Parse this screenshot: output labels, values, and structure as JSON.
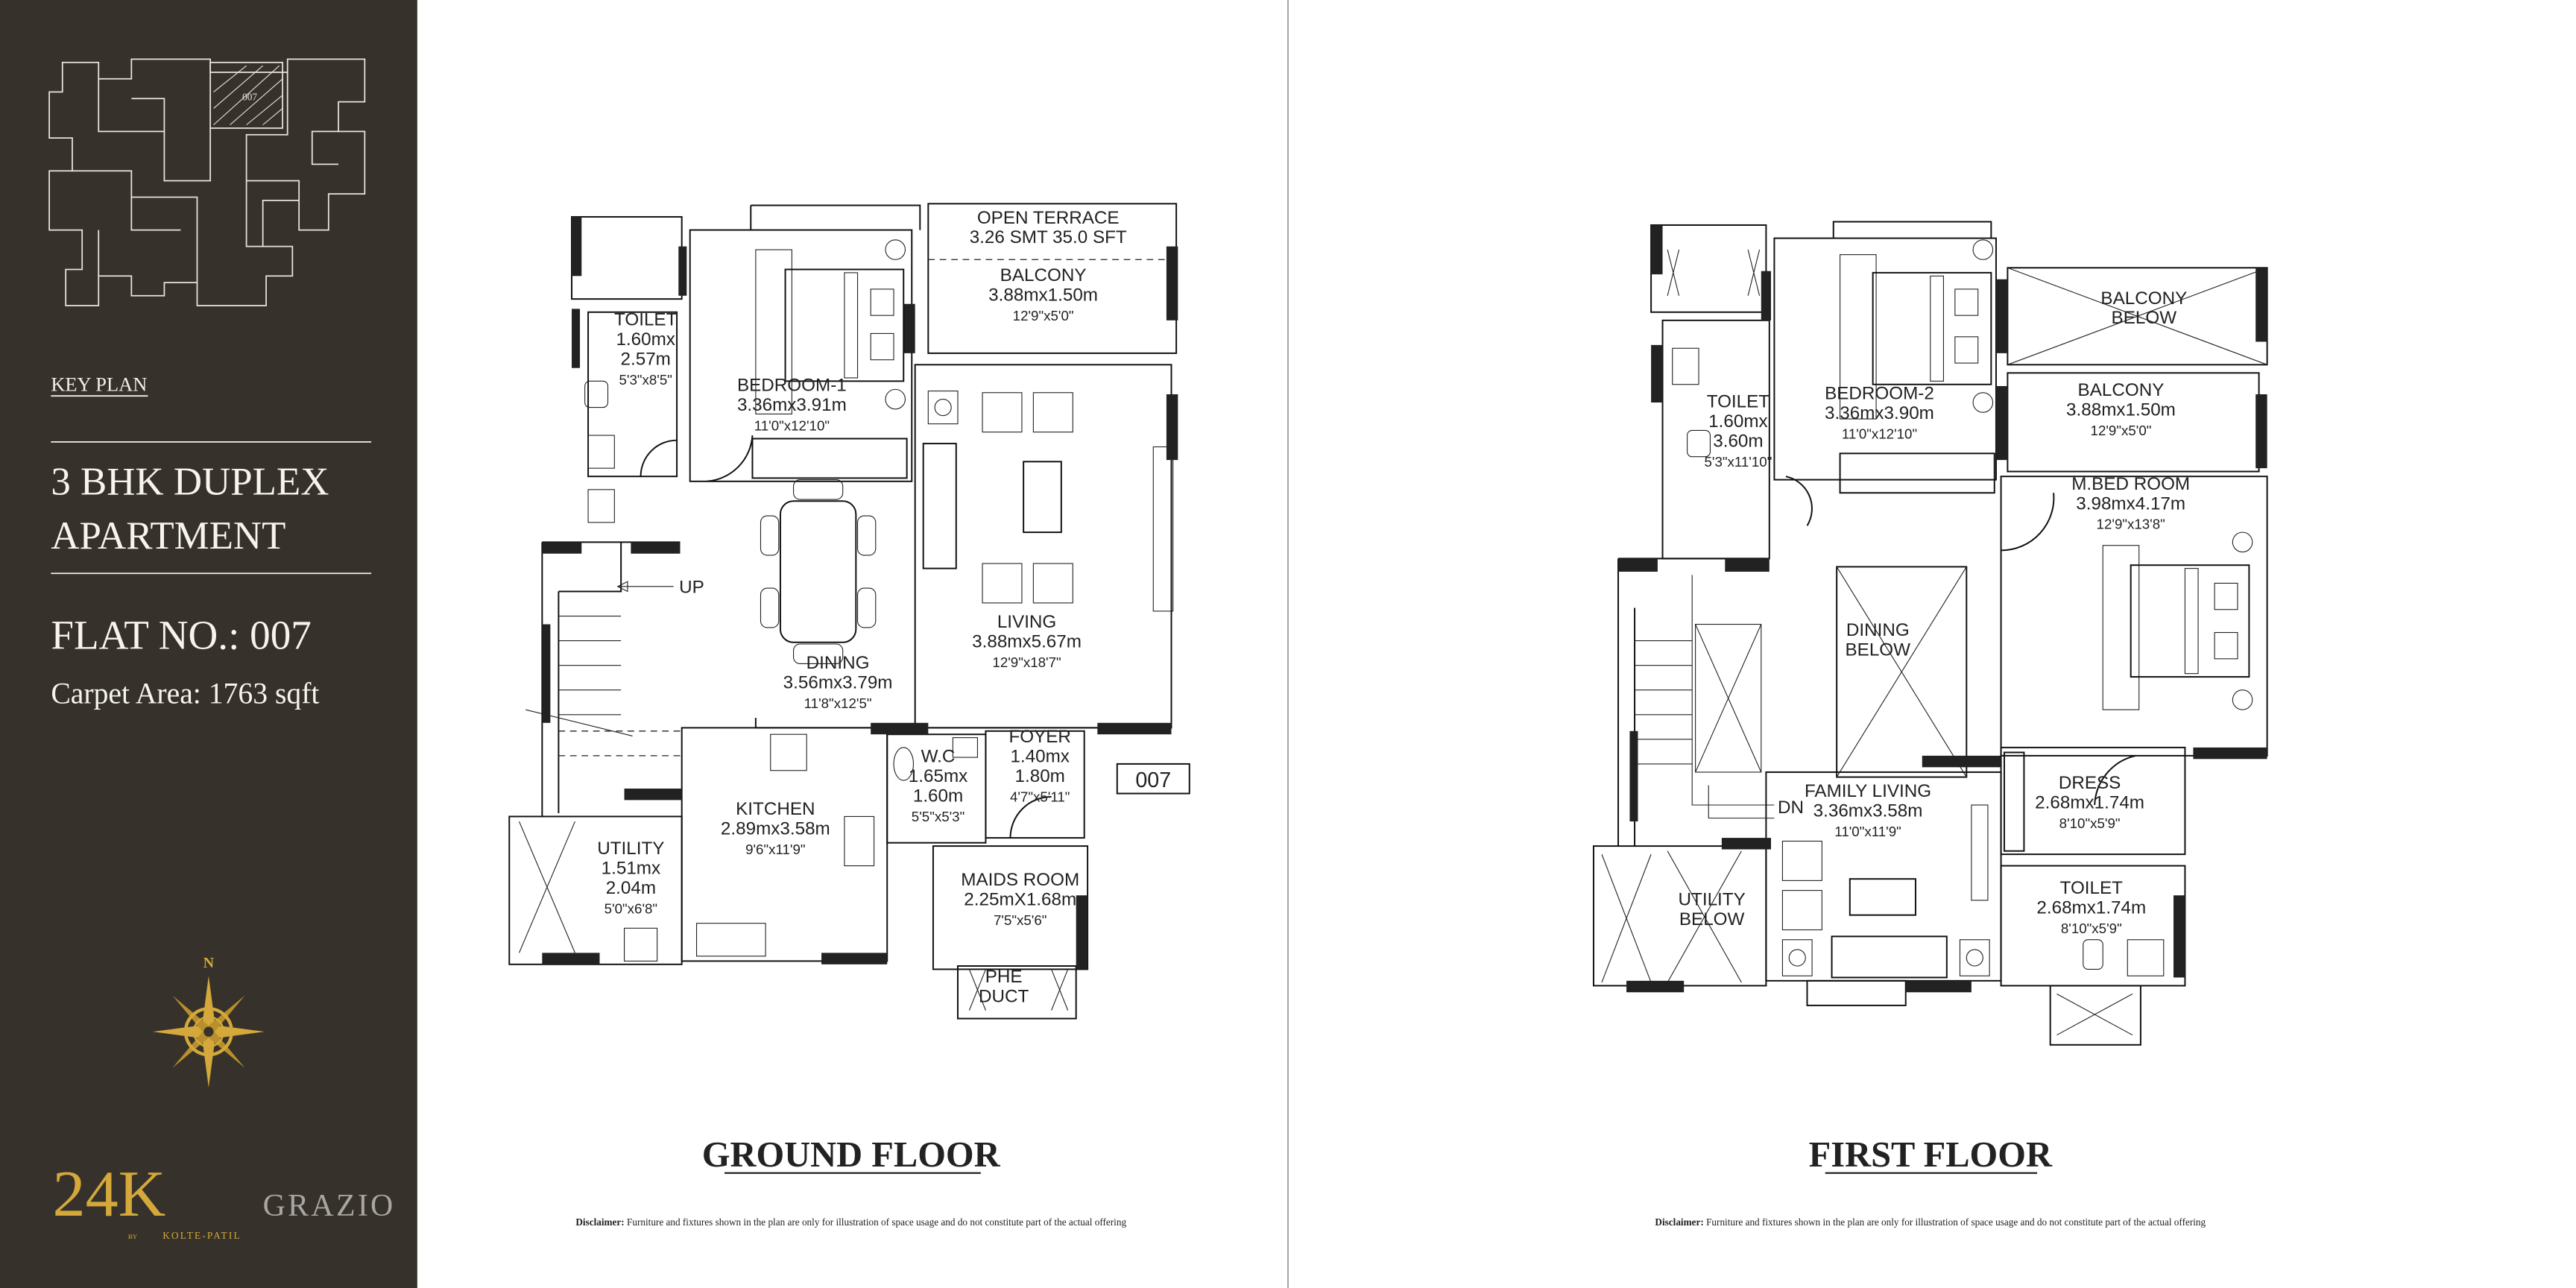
{
  "sidebar": {
    "key_plan_label": "KEY PLAN",
    "key_plan_flat": "007",
    "apartment_type_line1": "3 BHK DUPLEX",
    "apartment_type_line2": "APARTMENT",
    "flat_no": "FLAT NO.: 007",
    "carpet_area": "Carpet Area: 1763 sqft",
    "compass_label": "N",
    "logo": {
      "mark": "24K",
      "name": "GRAZIO",
      "by": "BY",
      "developer": "KOLTE-PATIL"
    },
    "colors": {
      "background": "#36322b",
      "gold": "#d4a83a",
      "silver": "#a8a6a2"
    }
  },
  "ground_floor": {
    "title": "GROUND FLOOR",
    "stair_label": "UP",
    "flat_tag": "007",
    "rooms": [
      {
        "lines": [
          "OPEN TERRACE",
          "3.26 SMT  35.0 SFT"
        ]
      },
      {
        "lines": [
          "BALCONY",
          "3.88mx1.50m",
          "12'9\"x5'0\""
        ]
      },
      {
        "lines": [
          "TOILET",
          "1.60mx",
          "2.57m",
          "5'3\"x8'5\""
        ]
      },
      {
        "lines": [
          "BEDROOM-1",
          "3.36mx3.91m",
          "11'0\"x12'10\""
        ]
      },
      {
        "lines": [
          "DINING",
          "3.56mx3.79m",
          "11'8\"x12'5\""
        ]
      },
      {
        "lines": [
          "LIVING",
          "3.88mx5.67m",
          "12'9\"x18'7\""
        ]
      },
      {
        "lines": [
          "KITCHEN",
          "2.89mx3.58m",
          "9'6\"x11'9\""
        ]
      },
      {
        "lines": [
          "UTILITY",
          "1.51mx",
          "2.04m",
          "5'0\"x6'8\""
        ]
      },
      {
        "lines": [
          "W.C",
          "1.65mx",
          "1.60m",
          "5'5\"x5'3\""
        ]
      },
      {
        "lines": [
          "FOYER",
          "1.40mx",
          "1.80m",
          "4'7\"x5'11\""
        ]
      },
      {
        "lines": [
          "MAIDS ROOM",
          "2.25mX1.68m",
          "7'5\"x5'6\""
        ]
      },
      {
        "lines": [
          "PHE",
          "DUCT"
        ]
      }
    ],
    "disclaimer_label": "Disclaimer:",
    "disclaimer_text": "Furniture and fixtures shown in the plan are only for illustration of space usage and do not constitute part of the actual offering"
  },
  "first_floor": {
    "title": "FIRST FLOOR",
    "stair_label": "DN",
    "rooms": [
      {
        "lines": [
          "BALCONY",
          "BELOW"
        ]
      },
      {
        "lines": [
          "TOILET",
          "1.60mx",
          "3.60m",
          "5'3\"x11'10\""
        ]
      },
      {
        "lines": [
          "BEDROOM-2",
          "3.36mx3.90m",
          "11'0\"x12'10\""
        ]
      },
      {
        "lines": [
          "BALCONY",
          "3.88mx1.50m",
          "12'9\"x5'0\""
        ]
      },
      {
        "lines": [
          "M.BED ROOM",
          "3.98mx4.17m",
          "12'9\"x13'8\""
        ]
      },
      {
        "lines": [
          "DINING",
          "BELOW"
        ]
      },
      {
        "lines": [
          "FAMILY LIVING",
          "3.36mx3.58m",
          "11'0\"x11'9\""
        ]
      },
      {
        "lines": [
          "DRESS",
          "2.68mx1.74m",
          "8'10\"x5'9\""
        ]
      },
      {
        "lines": [
          "UTILITY",
          "BELOW"
        ]
      },
      {
        "lines": [
          "TOILET",
          "2.68mx1.74m",
          "8'10\"x5'9\""
        ]
      }
    ],
    "disclaimer_label": "Disclaimer:",
    "disclaimer_text": "Furniture and fixtures shown in the plan are only for illustration of space usage and do not constitute part of the actual offering"
  }
}
